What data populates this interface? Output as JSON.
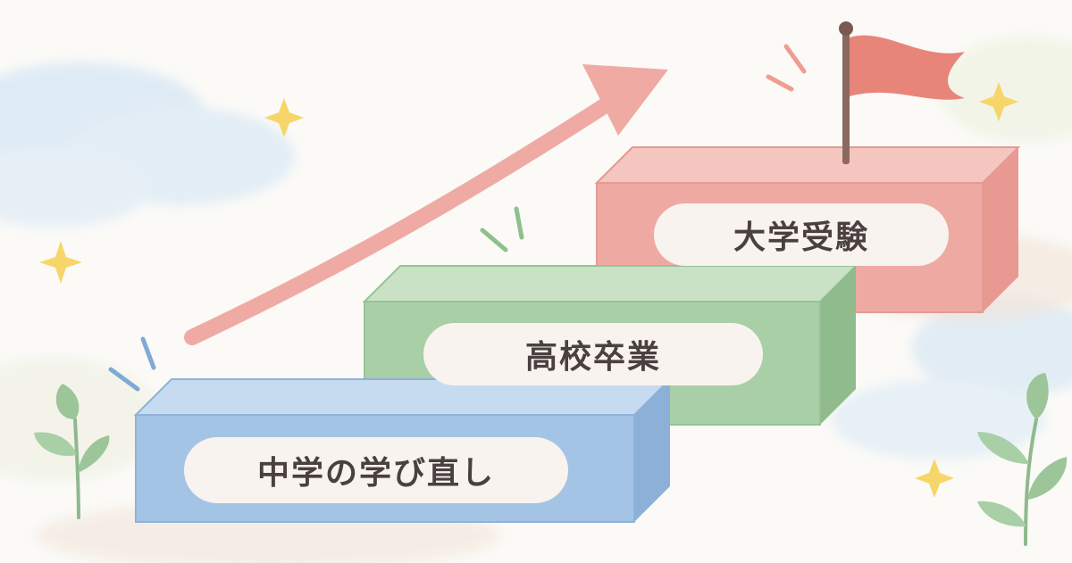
{
  "steps": {
    "university_exam": "大学受験",
    "high_school_graduation": "高校卒業",
    "junior_high_relearning": "中学の学び直し"
  },
  "colors": {
    "top_step": "#eeaaa2",
    "middle_step": "#a8cfa6",
    "bottom_step": "#a4c4e6",
    "arrow": "#f0aaa4",
    "flag": "#e8857a",
    "sparkle": "#f6d66a",
    "leaf": "#9cc59a",
    "label_pill": "#f8f3ee",
    "label_text": "#4a4040"
  },
  "icons": {
    "flag": "flag-icon",
    "arrow": "up-arrow-icon",
    "sparkle": "sparkle-icon",
    "cloud": "cloud-icon",
    "plant": "sprout-icon"
  }
}
